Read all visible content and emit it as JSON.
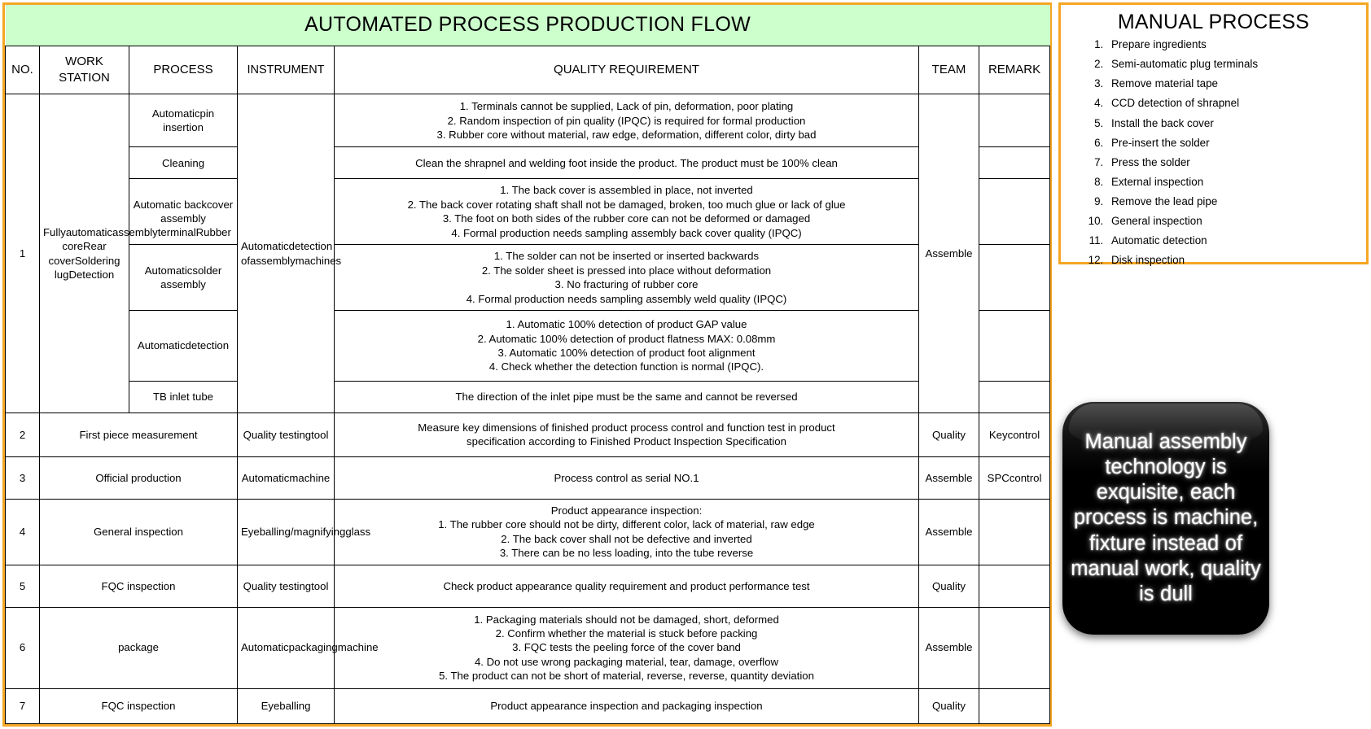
{
  "flow_table": {
    "title": "AUTOMATED PROCESS PRODUCTION FLOW",
    "headers": {
      "no": "NO.",
      "work_station_l1": "WORK",
      "work_station_l2": "STATION",
      "process": "PROCESS",
      "instrument": "INSTRUMENT",
      "quality_requirement": "QUALITY REQUIREMENT",
      "team": "TEAM",
      "remark": "REMARK"
    },
    "row1": {
      "no": "1",
      "work_station_lines": [
        "Fully",
        "automatic",
        "assembly",
        "terminal",
        "Rubber core",
        "Rear cover",
        "Soldering lug",
        "Detection"
      ],
      "instrument_lines": [
        "Automatic",
        "detection of",
        "assembly",
        "machines"
      ],
      "team": "Assemble",
      "sub_rows": [
        {
          "process_lines": [
            "Automatic",
            "pin insertion"
          ],
          "quality_lines": [
            "1. Terminals cannot be supplied, Lack of pin, deformation, poor plating",
            "2. Random inspection of pin quality (IPQC) is required for formal production",
            "3. Rubber core without material, raw edge, deformation, different color, dirty bad"
          ],
          "remark": ""
        },
        {
          "process_lines": [
            "Cleaning"
          ],
          "quality_lines": [
            "Clean the shrapnel and welding foot inside the product. The product must be 100% clean"
          ],
          "remark": ""
        },
        {
          "process_lines": [
            "Automatic back",
            "cover assembly"
          ],
          "quality_lines": [
            "1. The back cover is assembled in place, not inverted",
            "2. The back cover rotating shaft shall not be damaged, broken, too much glue or lack of glue",
            "3. The foot on both sides of the rubber core can not be deformed or damaged",
            "4. Formal production needs sampling assembly back cover quality (IPQC)"
          ],
          "remark": ""
        },
        {
          "process_lines": [
            "Automatic",
            "solder assembly"
          ],
          "quality_lines": [
            "1. The solder can not be inserted or inserted backwards",
            "2. The solder sheet is pressed into place without deformation",
            "3. No fracturing of rubber core",
            "4. Formal production needs sampling assembly weld quality (IPQC)"
          ],
          "remark": ""
        },
        {
          "process_lines": [
            "Automatic",
            "detection"
          ],
          "quality_lines": [
            "1. Automatic 100% detection of product GAP value",
            "2. Automatic 100% detection of product flatness MAX: 0.08mm",
            "3. Automatic 100% detection of product foot alignment",
            "4. Check whether the detection function is normal (IPQC)."
          ],
          "remark": ""
        },
        {
          "process_lines": [
            "TB inlet tube"
          ],
          "quality_lines": [
            "The direction of the inlet pipe must be the same and cannot be reversed"
          ],
          "remark": ""
        }
      ]
    },
    "rows": [
      {
        "no": "2",
        "work_station": "First piece measurement",
        "instrument_lines": [
          "Quality testing",
          "tool"
        ],
        "quality_lines": [
          "Measure key dimensions of finished product process control and function test in product",
          "specification according to Finished Product Inspection Specification"
        ],
        "team": "Quality",
        "remark_lines": [
          "Key",
          "control"
        ]
      },
      {
        "no": "3",
        "work_station": "Official production",
        "instrument_lines": [
          "Automatic",
          "machine"
        ],
        "quality_lines": [
          "Process control as serial NO.1"
        ],
        "team": "Assemble",
        "remark_lines": [
          "SPC",
          "control"
        ]
      },
      {
        "no": "4",
        "work_station": "General inspection",
        "instrument_lines": [
          "Eyeballing",
          "/",
          "magnifying",
          "glass"
        ],
        "quality_lines": [
          "Product appearance inspection:",
          "1. The rubber core should not be dirty, different color, lack of material, raw edge",
          "2. The back cover shall not be defective and inverted",
          "3. There can be no less loading, into the tube reverse"
        ],
        "team": "Assemble",
        "remark_lines": []
      },
      {
        "no": "5",
        "work_station": "FQC inspection",
        "instrument_lines": [
          "Quality testing",
          "tool"
        ],
        "quality_lines": [
          "Check product appearance quality requirement and product performance test"
        ],
        "team": "Quality",
        "remark_lines": []
      },
      {
        "no": "6",
        "work_station": "package",
        "instrument_lines": [
          "Automatic",
          "packaging",
          "machine"
        ],
        "quality_lines": [
          "1. Packaging materials should not be damaged, short, deformed",
          "2. Confirm whether the material is stuck before packing",
          "3. FQC tests the peeling force of the cover band",
          "4. Do not use wrong packaging material, tear, damage, overflow",
          "5. The product can not be short of material, reverse, reverse, quantity deviation"
        ],
        "team": "Assemble",
        "remark_lines": []
      },
      {
        "no": "7",
        "work_station": "FQC inspection",
        "instrument_lines": [
          "Eyeballing"
        ],
        "quality_lines": [
          "Product appearance inspection and packaging inspection"
        ],
        "team": "Quality",
        "remark_lines": []
      }
    ]
  },
  "manual_process": {
    "title": "MANUAL PROCESS",
    "items": [
      "Prepare ingredients",
      "Semi-automatic plug terminals",
      "Remove material tape",
      "CCD detection of shrapnel",
      "Install the back cover",
      "Pre-insert the solder",
      "Press the solder",
      "External inspection",
      "Remove the lead pipe",
      "General inspection",
      "Automatic detection",
      "Disk inspection"
    ]
  },
  "callout": {
    "text": "Manual assembly technology is exquisite, each process is machine, fixture instead of manual work, quality is dull"
  },
  "colors": {
    "border_orange": "#F5A623",
    "title_band_green": "#CCFFCC",
    "grid_black": "#000000",
    "callout_background": "#000000",
    "callout_text": "#FFFFFF"
  }
}
